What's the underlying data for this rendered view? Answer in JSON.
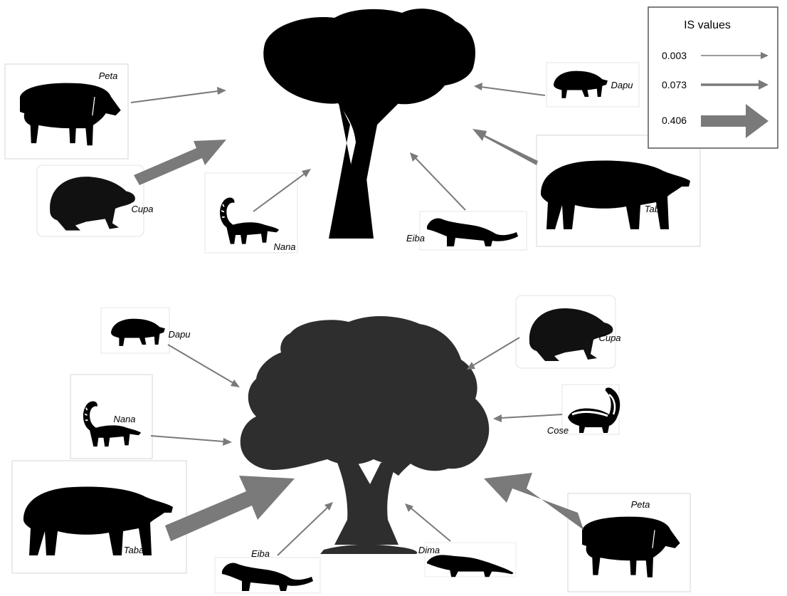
{
  "legend": {
    "title": "IS values",
    "items": [
      {
        "value": "0.003",
        "weight": "thin"
      },
      {
        "value": "0.073",
        "weight": "medium"
      },
      {
        "value": "0.406",
        "weight": "thick"
      }
    ]
  },
  "top_panel": {
    "target": "tree",
    "animals": [
      {
        "label": "Peta",
        "icon": "peccary-icon",
        "strength": "thin"
      },
      {
        "label": "Cupa",
        "icon": "paca-icon",
        "strength": "thick"
      },
      {
        "label": "Nana",
        "icon": "coati-icon",
        "strength": "thin"
      },
      {
        "label": "Eiba",
        "icon": "tayra-icon",
        "strength": "thin"
      },
      {
        "label": "Taba",
        "icon": "tapir-icon",
        "strength": "medium"
      },
      {
        "label": "Dapu",
        "icon": "agouti-icon",
        "strength": "thin"
      }
    ]
  },
  "bottom_panel": {
    "target": "tree",
    "animals": [
      {
        "label": "Dapu",
        "icon": "agouti-icon",
        "strength": "thin"
      },
      {
        "label": "Nana",
        "icon": "coati-icon",
        "strength": "thin"
      },
      {
        "label": "Taba",
        "icon": "tapir-icon",
        "strength": "thick"
      },
      {
        "label": "Eiba",
        "icon": "tayra-icon",
        "strength": "thin"
      },
      {
        "label": "Dima",
        "icon": "opossum-icon",
        "strength": "thin"
      },
      {
        "label": "Cupa",
        "icon": "paca-icon",
        "strength": "thin"
      },
      {
        "label": "Cose",
        "icon": "skunk-icon",
        "strength": "thin"
      },
      {
        "label": "Peta",
        "icon": "peccary-icon",
        "strength": "thick"
      }
    ]
  },
  "colors": {
    "arrow": "#7a7a7a",
    "silhouette": "#000000",
    "tree_bottom": "#2e2e2e",
    "box_border": "#cfcfcf"
  }
}
